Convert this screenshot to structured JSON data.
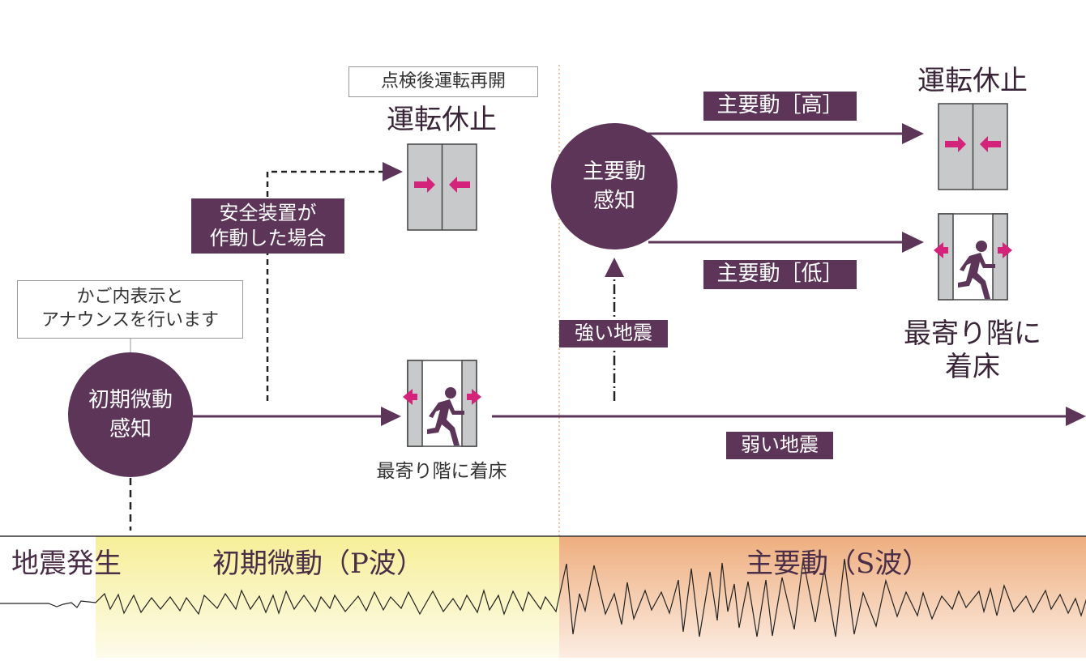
{
  "restart_note": "点検後運転再開",
  "stop_title_1": "運転休止",
  "safety_label": "安全装置が\n作動した場合",
  "announce_note": "かご内表示と\nアナウンスを行います",
  "p_detect": "初期微動\n感知",
  "nearest_floor_small": "最寄り階に着床",
  "weak_quake": "弱い地震",
  "strong_quake": "強い地震",
  "s_detect": "主要動\n感知",
  "s_high": "主要動［高］",
  "s_low": "主要動［低］",
  "stop_title_2": "運転休止",
  "nearest_floor_large": "最寄り階に\n着床",
  "timeline": {
    "start": "地震発生",
    "p_wave": "初期微動（P波）",
    "s_wave": "主要動（S波）"
  },
  "colors": {
    "purple": "#5c3558",
    "magenta": "#d4237a",
    "door": "#c8c9ca",
    "p_band": "#f6ef9a",
    "s_band": "#eeae7e"
  }
}
